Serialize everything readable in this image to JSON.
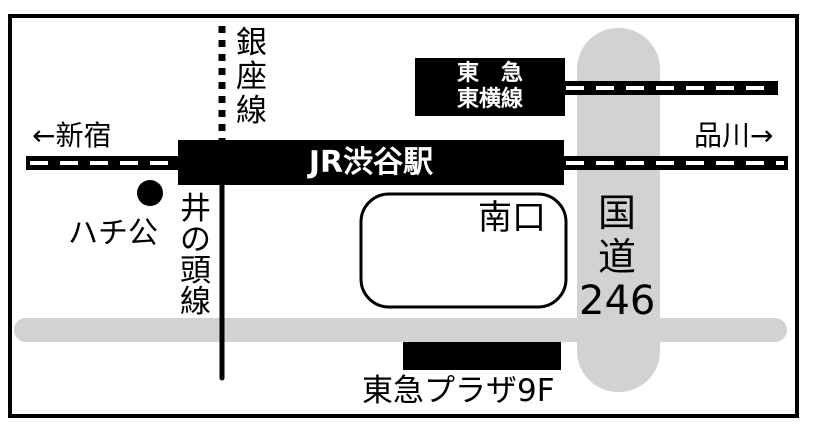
{
  "map": {
    "station": "JR渋谷駅",
    "direction_left": "←新宿",
    "direction_right": "品川→",
    "ginza_line": "銀座線",
    "inokashira_line": "井の頭線",
    "toyoko_line_top": "東　急",
    "toyoko_line_bottom": "東横線",
    "hachiko": "ハチ公",
    "south_exit": "南口",
    "route_label_top": "国",
    "route_label_mid": "道",
    "route_number": "246",
    "plaza_building": "東急プラザ9F"
  },
  "colors": {
    "ink": "#000000",
    "road": "#d2d2d2",
    "paper": "#ffffff"
  }
}
